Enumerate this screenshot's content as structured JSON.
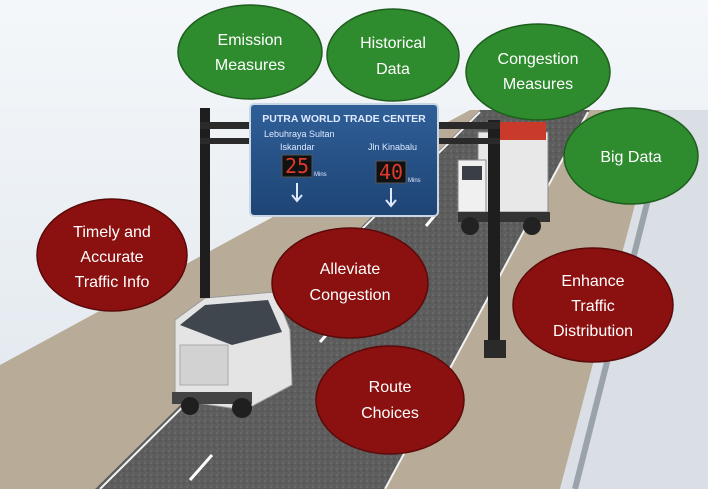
{
  "sign": {
    "title": "PUTRA WORLD TRADE CENTER",
    "left_route_line1": "Lebuhraya Sultan",
    "left_route_line2": "Iskandar",
    "left_time": "25",
    "right_route": "Jln Kinabalu",
    "right_time": "40",
    "unit": "Mins"
  },
  "bubbles": {
    "emission": {
      "line1": "Emission",
      "line2": "Measures",
      "color": "#2e8b2e"
    },
    "historical": {
      "line1": "Historical",
      "line2": "Data",
      "color": "#2e8b2e"
    },
    "congestion_measures": {
      "line1": "Congestion",
      "line2": "Measures",
      "color": "#2e8b2e"
    },
    "big_data": {
      "line1": "Big Data",
      "color": "#2e8b2e"
    },
    "timely": {
      "line1": "Timely and",
      "line2": "Accurate",
      "line3": "Traffic Info",
      "color": "#8b1010"
    },
    "alleviate": {
      "line1": "Alleviate",
      "line2": "Congestion",
      "color": "#8b1010"
    },
    "enhance": {
      "line1": "Enhance",
      "line2": "Traffic",
      "line3": "Distribution",
      "color": "#8b1010"
    },
    "route": {
      "line1": "Route",
      "line2": "Choices",
      "color": "#8b1010"
    }
  }
}
